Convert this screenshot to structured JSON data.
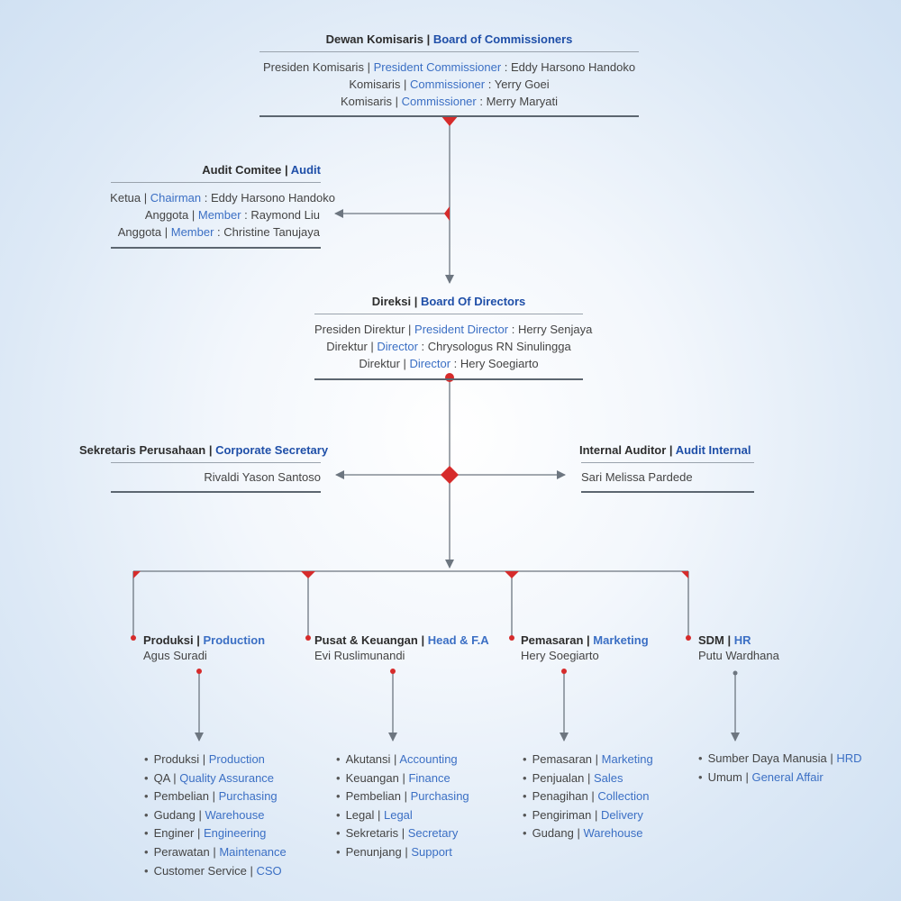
{
  "colors": {
    "accent_red": "#d62b2b",
    "english_blue": "#3b6fc4",
    "line_gray": "#6d7680"
  },
  "icons": {
    "connector_marker": "red-diamond",
    "arrow": "gray-arrowhead"
  },
  "commissioners": {
    "title_id": "Dewan Komisaris",
    "title_en": "Board of Commissioners",
    "members": [
      {
        "role_id": "Presiden Komisaris",
        "role_en": "President Commissioner",
        "name": "Eddy Harsono Handoko"
      },
      {
        "role_id": "Komisaris",
        "role_en": "Commissioner",
        "name": "Yerry Goei"
      },
      {
        "role_id": "Komisaris",
        "role_en": "Commissioner",
        "name": "Merry Maryati"
      }
    ]
  },
  "audit": {
    "title_id": "Audit Comitee",
    "title_en": "Audit",
    "members": [
      {
        "role_id": "Ketua",
        "role_en": "Chairman",
        "name": "Eddy Harsono Handoko"
      },
      {
        "role_id": "Anggota",
        "role_en": "Member",
        "name": "Raymond Liu"
      },
      {
        "role_id": "Anggota",
        "role_en": "Member",
        "name": "Christine Tanujaya"
      }
    ]
  },
  "directors": {
    "title_id": "Direksi",
    "title_en": "Board Of Directors",
    "members": [
      {
        "role_id": "Presiden Direktur",
        "role_en": "President Director",
        "name": "Herry Senjaya"
      },
      {
        "role_id": "Direktur",
        "role_en": "Director",
        "name": "Chrysologus RN Sinulingga"
      },
      {
        "role_id": "Direktur",
        "role_en": "Director",
        "name": "Hery Soegiarto"
      }
    ]
  },
  "secretary": {
    "title_id": "Sekretaris Perusahaan",
    "title_en": "Corporate Secretary",
    "name": "Rivaldi Yason Santoso"
  },
  "internal_audit": {
    "title_id": "Internal Auditor",
    "title_en": "Audit Internal",
    "name": "Sari Melissa Pardede"
  },
  "departments": [
    {
      "title_id": "Produksi",
      "title_en": "Production",
      "head": "Agus Suradi",
      "items": [
        {
          "id": "Produksi",
          "en": "Production"
        },
        {
          "id": "QA",
          "en": "Quality Assurance"
        },
        {
          "id": "Pembelian",
          "en": "Purchasing"
        },
        {
          "id": "Gudang",
          "en": "Warehouse"
        },
        {
          "id": "Enginer",
          "en": "Engineering"
        },
        {
          "id": "Perawatan",
          "en": "Maintenance"
        },
        {
          "id": "Customer Service",
          "en": "CSO"
        }
      ]
    },
    {
      "title_id": "Pusat & Keuangan",
      "title_en": "Head & F.A",
      "head": "Evi Ruslimunandi",
      "items": [
        {
          "id": "Akutansi",
          "en": "Accounting"
        },
        {
          "id": "Keuangan",
          "en": "Finance"
        },
        {
          "id": "Pembelian",
          "en": "Purchasing"
        },
        {
          "id": "Legal",
          "en": "Legal"
        },
        {
          "id": "Sekretaris",
          "en": "Secretary"
        },
        {
          "id": "Penunjang",
          "en": "Support"
        }
      ]
    },
    {
      "title_id": "Pemasaran",
      "title_en": "Marketing",
      "head": "Hery Soegiarto",
      "items": [
        {
          "id": "Pemasaran",
          "en": "Marketing"
        },
        {
          "id": "Penjualan",
          "en": "Sales"
        },
        {
          "id": "Penagihan",
          "en": "Collection"
        },
        {
          "id": "Pengiriman",
          "en": "Delivery"
        },
        {
          "id": "Gudang",
          "en": "Warehouse"
        }
      ]
    },
    {
      "title_id": "SDM",
      "title_en": "HR",
      "head": "Putu Wardhana",
      "items": [
        {
          "id": "Sumber Daya Manusia",
          "en": "HRD"
        },
        {
          "id": "Umum",
          "en": "General Affair"
        }
      ]
    }
  ]
}
